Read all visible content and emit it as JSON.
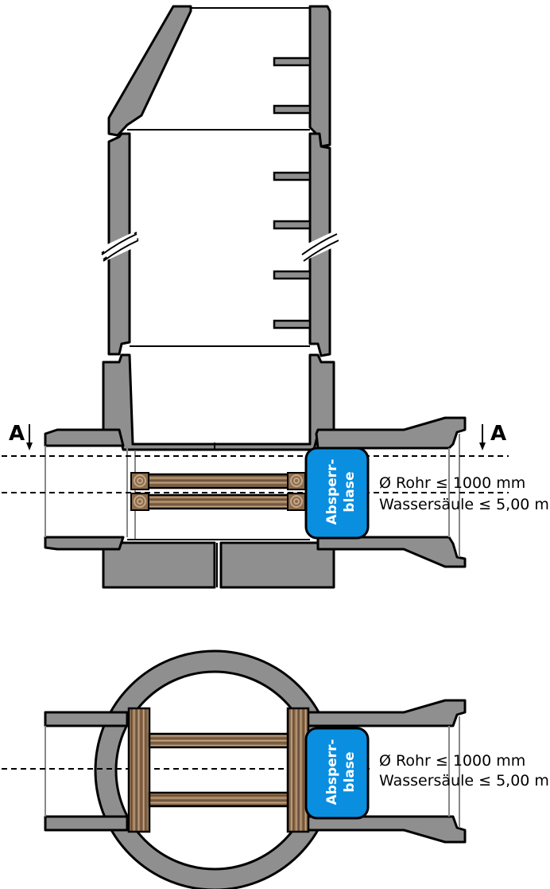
{
  "section_marker_left": "A",
  "section_marker_right": "A",
  "bladder_label": {
    "line1": "Absperr-",
    "line2": "blase"
  },
  "spec": {
    "pipe_diameter": "Ø Rohr ≤ 1000 mm",
    "water_column": "Wassersäule ≤ 5,00 m"
  },
  "colors": {
    "concrete": "#8f8f8f",
    "concrete_dark": "#858585",
    "outline": "#000000",
    "wood": "#8b6b4c",
    "wood_light": "#b39474",
    "bladder": "#0a8ee0",
    "bladder_text": "#ffffff"
  },
  "icons": [
    "arrow-down-icon",
    "wood-beam-end-icon",
    "pipe-bladder-icon"
  ]
}
